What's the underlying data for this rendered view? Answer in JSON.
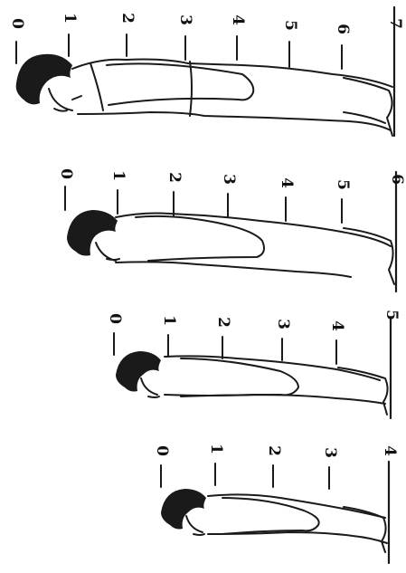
{
  "figures": [
    {
      "id": "figure-1",
      "scale_labels": [
        "0",
        "1",
        "2",
        "3",
        "4"
      ]
    },
    {
      "id": "figure-2",
      "scale_labels": [
        "0",
        "1",
        "2",
        "3",
        "4",
        "5"
      ]
    },
    {
      "id": "figure-3",
      "scale_labels": [
        "0",
        "1",
        "2",
        "3",
        "4",
        "5",
        "6"
      ]
    },
    {
      "id": "figure-4",
      "scale_labels": [
        "0",
        "1",
        "2",
        "3",
        "4",
        "5",
        "6",
        "7"
      ]
    }
  ],
  "colors": {
    "ink": "#1a1a1a",
    "paper": "#ffffff"
  }
}
